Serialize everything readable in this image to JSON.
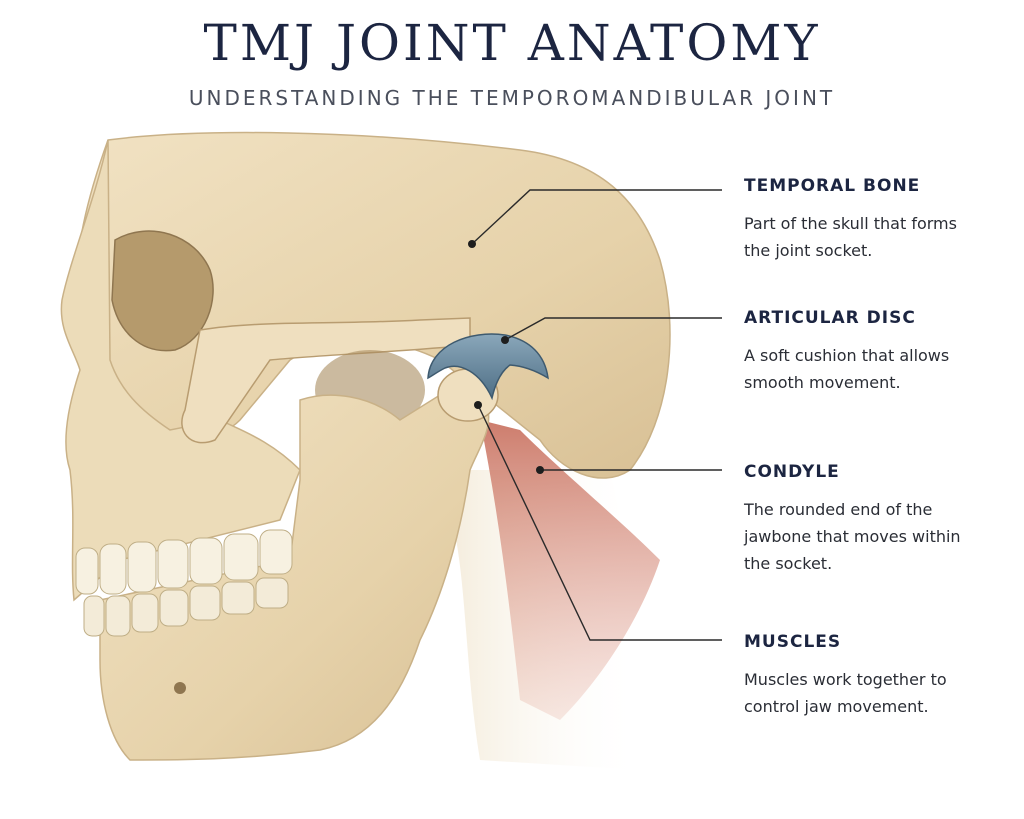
{
  "header": {
    "title": "TMJ JOINT ANATOMY",
    "subtitle": "UNDERSTANDING THE TEMPOROMANDIBULAR JOINT"
  },
  "labels": [
    {
      "title": "TEMPORAL BONE",
      "description": "Part of the skull that forms the joint socket."
    },
    {
      "title": "ARTICULAR DISC",
      "description": "A soft cushion that allows smooth movement."
    },
    {
      "title": "CONDYLE",
      "description": "The rounded end of the jawbone that moves within the socket."
    },
    {
      "title": "MUSCLES",
      "description": "Muscles work together to control jaw movement."
    }
  ],
  "colors": {
    "bone": "#ead8b4",
    "bone_shadow": "#c9b187",
    "disc": "#6f8ea3",
    "muscle": "#c96e5c",
    "leader_line": "#2a2a2a",
    "heading": "#1c2541"
  }
}
